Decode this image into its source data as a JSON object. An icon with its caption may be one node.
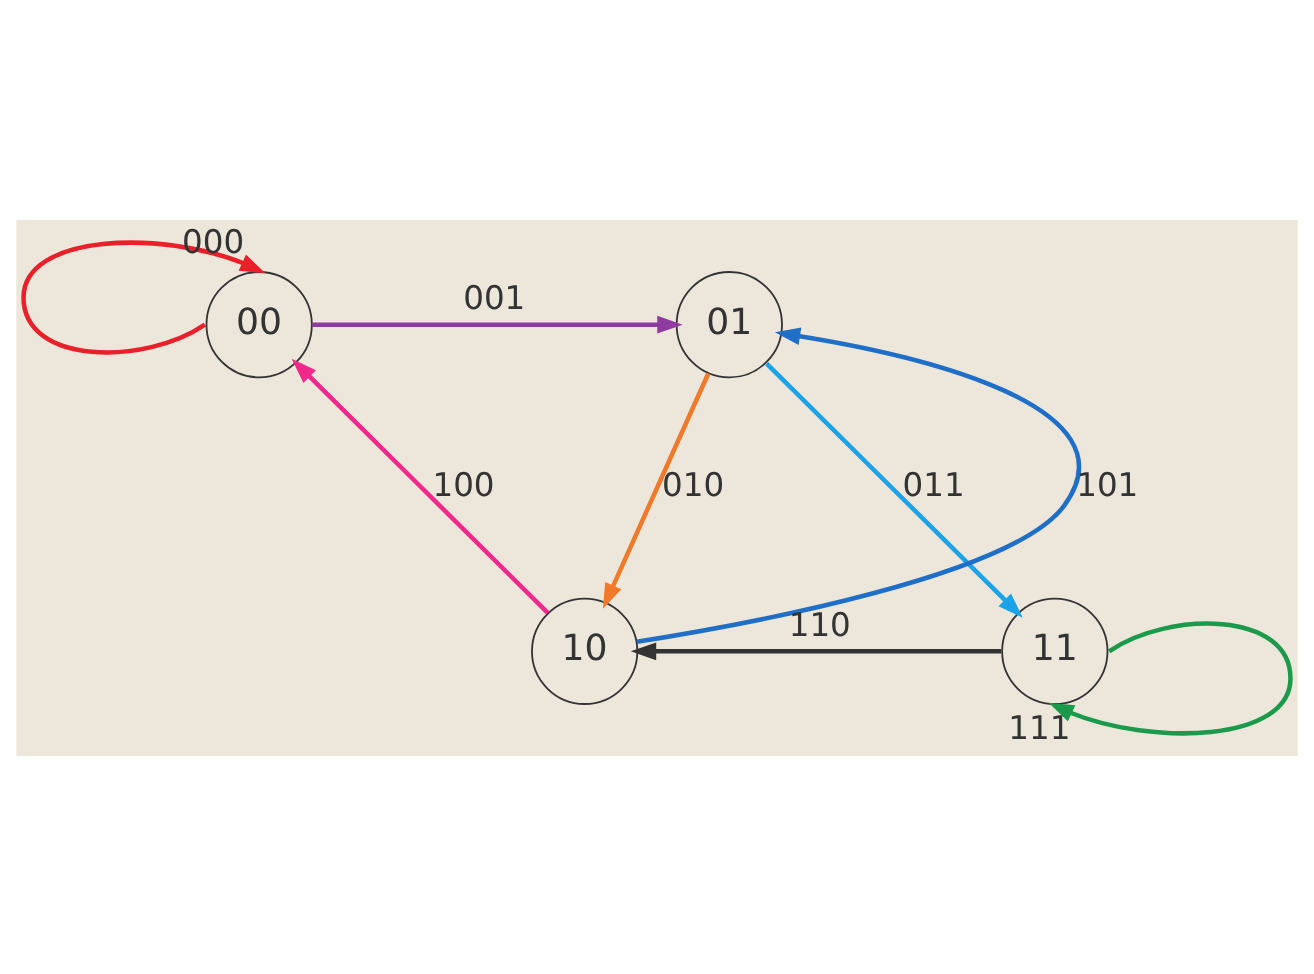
{
  "diagram": {
    "nodes": [
      {
        "text": [
          "00"
        ]
      },
      {
        "text": [
          "01"
        ]
      },
      {
        "text": [
          "10"
        ]
      },
      {
        "text": [
          "11"
        ]
      }
    ],
    "edges": [
      {
        "from": 0,
        "to": 0,
        "arrow": "to",
        "label": "000",
        "color": "#e8202a"
      },
      {
        "from": 0,
        "to": 1,
        "arrow": "to",
        "label": "001",
        "color": "#8e3aa0"
      },
      {
        "from": 1,
        "to": 2,
        "arrow": "to",
        "label": "010",
        "color": "#f07a2a"
      },
      {
        "from": 1,
        "to": 3,
        "arrow": "to",
        "label": "011",
        "color": "#1aa3e8"
      },
      {
        "from": 2,
        "to": 0,
        "arrow": "to",
        "label": "100",
        "color": "#f0288c"
      },
      {
        "from": 2,
        "to": 1,
        "arrow": "to",
        "label": "101",
        "color": "#1f6fc8"
      },
      {
        "from": 3,
        "to": 2,
        "arrow": "to",
        "label": "110",
        "color": "#333333"
      },
      {
        "from": 3,
        "to": 3,
        "arrow": "to",
        "label": "111",
        "color": "#1a9a4a"
      }
    ]
  }
}
